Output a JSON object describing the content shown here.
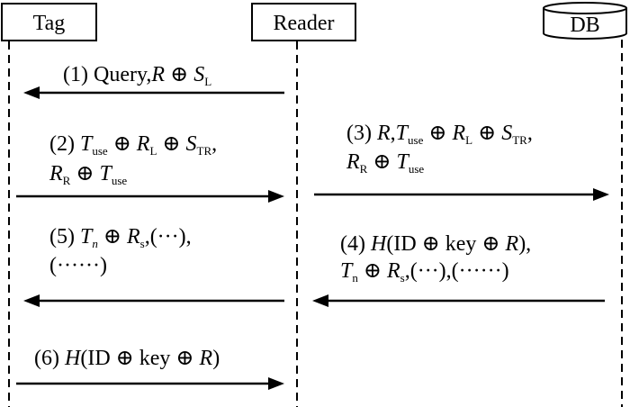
{
  "diagram": {
    "type": "sequence",
    "actors": [
      {
        "id": "tag",
        "label": "Tag",
        "shape": "box"
      },
      {
        "id": "reader",
        "label": "Reader",
        "shape": "box"
      },
      {
        "id": "db",
        "label": "DB",
        "shape": "cylinder"
      }
    ],
    "messages": [
      {
        "step": "(1)",
        "from": "reader",
        "to": "tag",
        "lines": [
          [
            {
              "t": "(1) Query,"
            },
            {
              "t": "R",
              "i": true
            },
            {
              "t": " ⊕ "
            },
            {
              "t": "S",
              "i": true
            },
            {
              "t": "L",
              "sub": true
            }
          ]
        ]
      },
      {
        "step": "(2)",
        "from": "tag",
        "to": "reader",
        "lines": [
          [
            {
              "t": "(2) "
            },
            {
              "t": "T",
              "i": true
            },
            {
              "t": "use",
              "sub": true
            },
            {
              "t": " ⊕ "
            },
            {
              "t": "R",
              "i": true
            },
            {
              "t": "L",
              "sub": true
            },
            {
              "t": " ⊕ "
            },
            {
              "t": "S",
              "i": true
            },
            {
              "t": "TR",
              "sub": true
            },
            {
              "t": ","
            }
          ],
          [
            {
              "t": "R",
              "i": true
            },
            {
              "t": "R",
              "sub": true
            },
            {
              "t": " ⊕ "
            },
            {
              "t": "T",
              "i": true
            },
            {
              "t": "use",
              "sub": true
            }
          ]
        ]
      },
      {
        "step": "(3)",
        "from": "reader",
        "to": "db",
        "lines": [
          [
            {
              "t": "(3) "
            },
            {
              "t": "R",
              "i": true
            },
            {
              "t": ","
            },
            {
              "t": "T",
              "i": true
            },
            {
              "t": "use",
              "sub": true
            },
            {
              "t": " ⊕ "
            },
            {
              "t": "R",
              "i": true
            },
            {
              "t": "L",
              "sub": true
            },
            {
              "t": " ⊕ "
            },
            {
              "t": "S",
              "i": true
            },
            {
              "t": "TR",
              "sub": true
            },
            {
              "t": ","
            }
          ],
          [
            {
              "t": "R",
              "i": true
            },
            {
              "t": "R",
              "sub": true
            },
            {
              "t": " ⊕ "
            },
            {
              "t": "T",
              "i": true
            },
            {
              "t": "use",
              "sub": true
            }
          ]
        ]
      },
      {
        "step": "(4)",
        "from": "db",
        "to": "reader",
        "lines": [
          [
            {
              "t": "(4) "
            },
            {
              "t": "H",
              "i": true
            },
            {
              "t": "(ID ⊕ key ⊕ "
            },
            {
              "t": "R",
              "i": true
            },
            {
              "t": "),"
            }
          ],
          [
            {
              "t": "T",
              "i": true
            },
            {
              "t": "n",
              "sub": true
            },
            {
              "t": " ⊕ "
            },
            {
              "t": "R",
              "i": true
            },
            {
              "t": "s",
              "sub": true
            },
            {
              "t": ",(···),(······)"
            }
          ]
        ]
      },
      {
        "step": "(5)",
        "from": "reader",
        "to": "tag",
        "lines": [
          [
            {
              "t": "(5) "
            },
            {
              "t": "T",
              "i": true
            },
            {
              "t": "n",
              "sub": true,
              "i": true
            },
            {
              "t": " ⊕ "
            },
            {
              "t": "R",
              "i": true
            },
            {
              "t": "s",
              "sub": true
            },
            {
              "t": ",(···),"
            }
          ],
          [
            {
              "t": "(······)"
            }
          ]
        ]
      },
      {
        "step": "(6)",
        "from": "tag",
        "to": "reader",
        "lines": [
          [
            {
              "t": "(6) "
            },
            {
              "t": "H",
              "i": true
            },
            {
              "t": "(ID ⊕ key ⊕ "
            },
            {
              "t": "R",
              "i": true
            },
            {
              "t": ")"
            }
          ]
        ]
      }
    ]
  }
}
